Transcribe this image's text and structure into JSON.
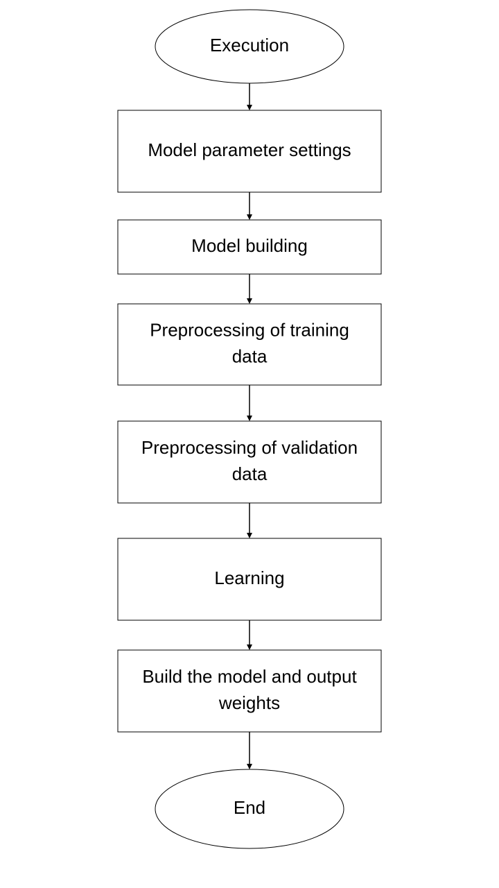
{
  "flowchart": {
    "nodes": [
      {
        "id": "execution",
        "shape": "ellipse",
        "lines": [
          "Execution"
        ]
      },
      {
        "id": "model-parameter-settings",
        "shape": "rect",
        "lines": [
          "Model parameter settings"
        ]
      },
      {
        "id": "model-building",
        "shape": "rect",
        "lines": [
          "Model building"
        ]
      },
      {
        "id": "preprocessing-training-data",
        "shape": "rect",
        "lines": [
          "Preprocessing of training",
          "data"
        ]
      },
      {
        "id": "preprocessing-validation-data",
        "shape": "rect",
        "lines": [
          "Preprocessing of validation",
          "data"
        ]
      },
      {
        "id": "learning",
        "shape": "rect",
        "lines": [
          "Learning"
        ]
      },
      {
        "id": "build-model-output-weights",
        "shape": "rect",
        "lines": [
          "Build the model and output",
          "weights"
        ]
      },
      {
        "id": "end",
        "shape": "ellipse",
        "lines": [
          "End"
        ]
      }
    ],
    "edges": [
      {
        "from": "execution",
        "to": "model-parameter-settings"
      },
      {
        "from": "model-parameter-settings",
        "to": "model-building"
      },
      {
        "from": "model-building",
        "to": "preprocessing-training-data"
      },
      {
        "from": "preprocessing-training-data",
        "to": "preprocessing-validation-data"
      },
      {
        "from": "preprocessing-validation-data",
        "to": "learning"
      },
      {
        "from": "learning",
        "to": "build-model-output-weights"
      },
      {
        "from": "build-model-output-weights",
        "to": "end"
      }
    ]
  }
}
